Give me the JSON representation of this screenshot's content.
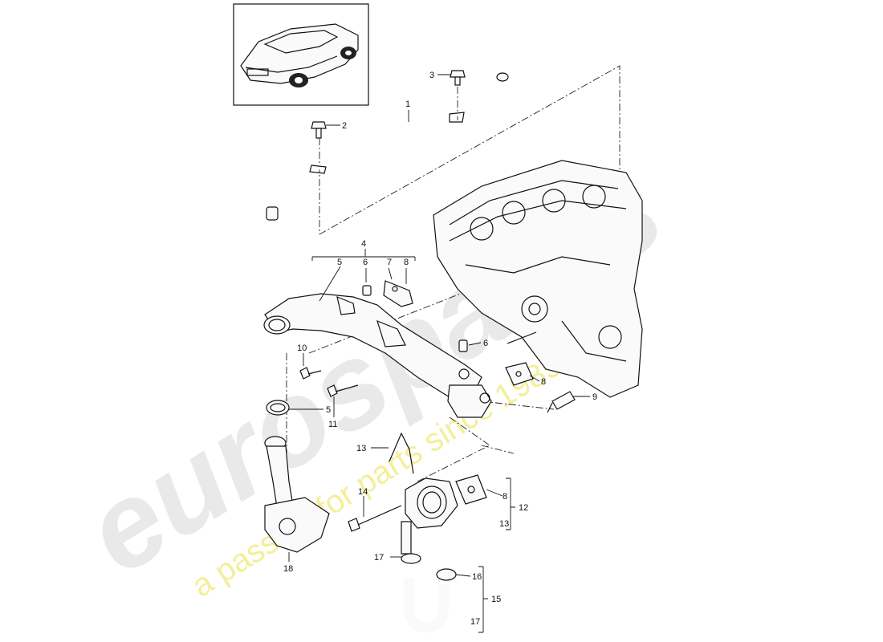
{
  "diagram": {
    "watermark": {
      "brand": "eurospares",
      "tagline": "a passion for parts since 1985"
    },
    "callouts": {
      "c1": "1",
      "c2": "2",
      "c3": "3",
      "c4": "4",
      "c5a": "5",
      "c6a": "6",
      "c7": "7",
      "c8a": "8",
      "c10": "10",
      "c6b": "6",
      "c8b": "8",
      "c9": "9",
      "c5b": "5",
      "c11": "11",
      "c13a": "13",
      "c14": "14",
      "c8c": "8",
      "c12": "12",
      "c13b": "13",
      "c17a": "17",
      "c16": "16",
      "c15": "15",
      "c17b": "17",
      "c18": "18"
    },
    "colors": {
      "line": "#111111",
      "watermark_brand": "#e9e9e9",
      "watermark_tagline": "#f3ef9a"
    }
  }
}
